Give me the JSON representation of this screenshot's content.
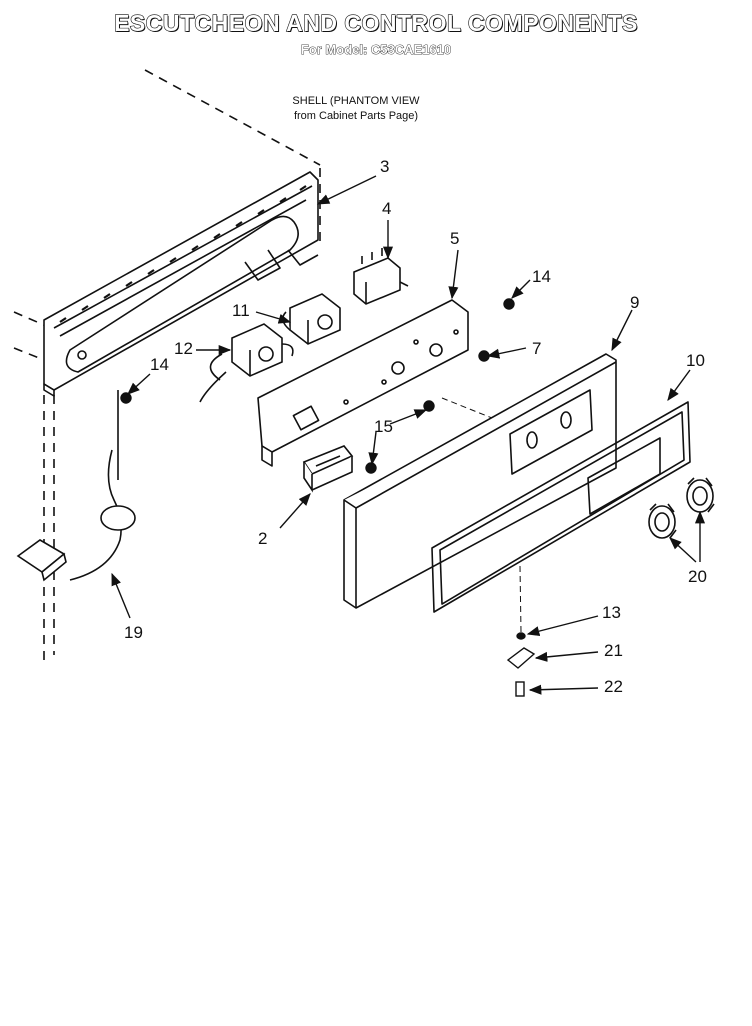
{
  "header": {
    "title": "ESCUTCHEON AND CONTROL COMPONENTS",
    "subtitle": "For Model: C53CAE1610"
  },
  "note": {
    "line1": "SHELL (PHANTOM VIEW",
    "line2": "from Cabinet Parts Page)"
  },
  "callouts": {
    "p2": "2",
    "p3": "3",
    "p4": "4",
    "p5": "5",
    "p7": "7",
    "p9": "9",
    "p10": "10",
    "p11": "11",
    "p12": "12",
    "p13": "13",
    "p14a": "14",
    "p14b": "14",
    "p15": "15",
    "p19": "19",
    "p20": "20",
    "p21": "21",
    "p22": "22"
  },
  "colors": {
    "ink": "#111111",
    "paper": "#ffffff"
  }
}
